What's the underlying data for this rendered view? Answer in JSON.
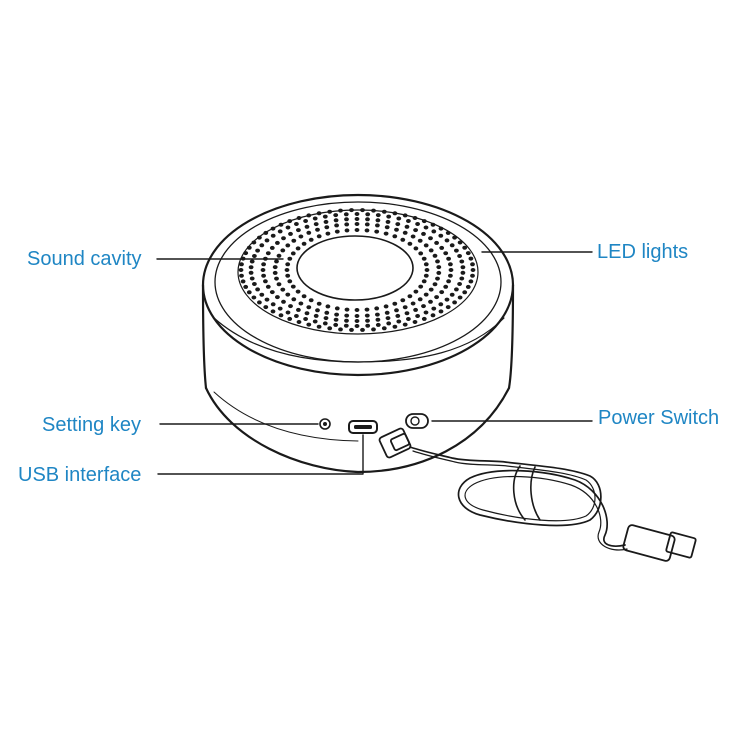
{
  "colors": {
    "label": "#1f86c4",
    "stroke": "#1a1a1a",
    "background": "#ffffff"
  },
  "callouts": {
    "sound_cavity": "Sound cavity",
    "led_lights": "LED lights",
    "setting_key": "Setting key",
    "usb_interface": "USB interface",
    "power_switch": "Power Switch"
  }
}
